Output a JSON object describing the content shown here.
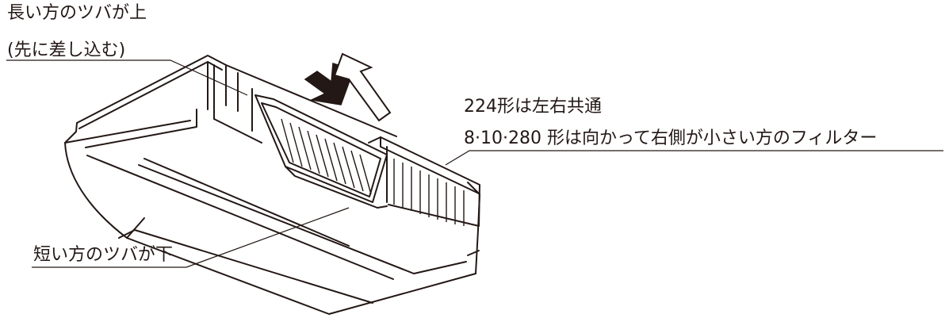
{
  "labels": {
    "long_flange_line1": "長い方のツバが上",
    "long_flange_line2": "(先に差し込む)",
    "model_224": "224形は左右共通",
    "model_others": "8·10·280 形は向かって右側が小さい方のフィルター",
    "short_flange": "短い方のツバが下"
  },
  "icons": [
    "insertion-arrows-icon"
  ],
  "colors": {
    "line": "#231815",
    "background": "#ffffff"
  }
}
